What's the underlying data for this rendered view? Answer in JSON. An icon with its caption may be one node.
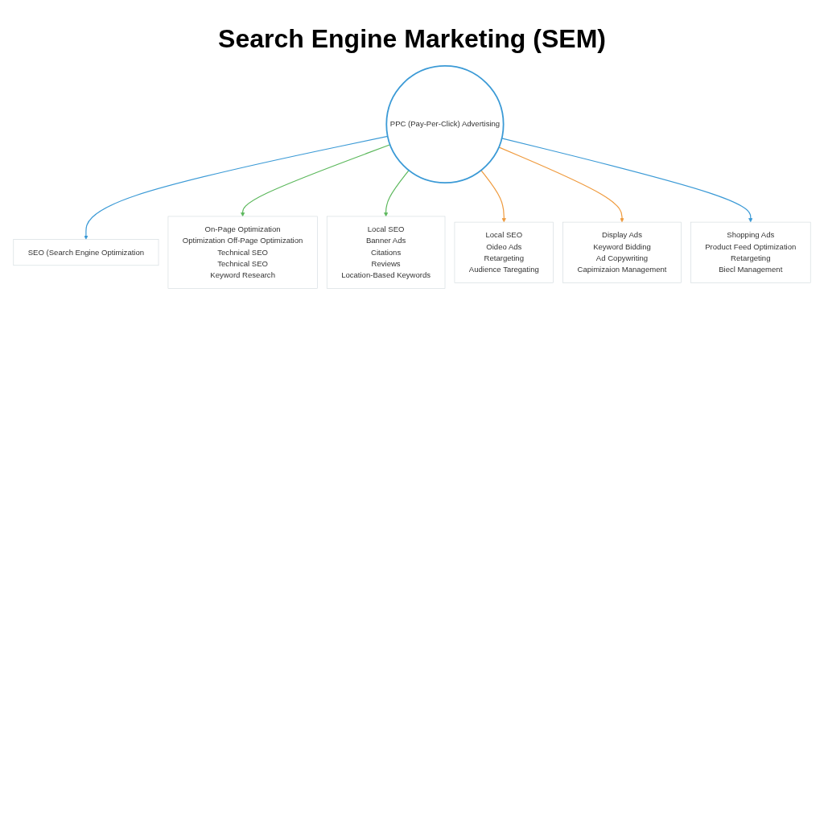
{
  "diagram": {
    "title": "Search Engine Marketing (SEM)",
    "nodes": [
      {
        "text": [
          "PPC (Pay-Per-Click) Advertising"
        ]
      },
      {
        "text": [
          "SEO (Search Engine Optimization"
        ]
      },
      {
        "text": [
          "On-Page Optimization",
          "Optimization Off-Page Optimization",
          "Technical SEO",
          "Technical SEO",
          "Keyword Research"
        ]
      },
      {
        "text": [
          "Local SEO",
          "Banner Ads",
          "Citations",
          "Reviews",
          "Location-Based Keywords"
        ]
      },
      {
        "text": [
          "Local SEO",
          "Oideo Ads",
          "Retargeting",
          "Audience Taregating"
        ]
      },
      {
        "text": [
          "Display Ads",
          "Keyword Bidding",
          "Ad Copywriting",
          "Capimizaion Management"
        ]
      },
      {
        "text": [
          "Shopping Ads",
          "Product Feed Optimization",
          "Retargeting",
          "Biecl Management"
        ]
      }
    ],
    "edges": [
      {
        "from": 0,
        "to": 1,
        "arrow": "to",
        "color": "#3b9ad6"
      },
      {
        "from": 0,
        "to": 2,
        "arrow": "to",
        "color": "#5cb85c"
      },
      {
        "from": 0,
        "to": 3,
        "arrow": "to",
        "color": "#5cb85c"
      },
      {
        "from": 0,
        "to": 4,
        "arrow": "to",
        "color": "#ef9a3d"
      },
      {
        "from": 0,
        "to": 5,
        "arrow": "to",
        "color": "#ef9a3d"
      },
      {
        "from": 0,
        "to": 6,
        "arrow": "to",
        "color": "#3b9ad6"
      }
    ]
  }
}
